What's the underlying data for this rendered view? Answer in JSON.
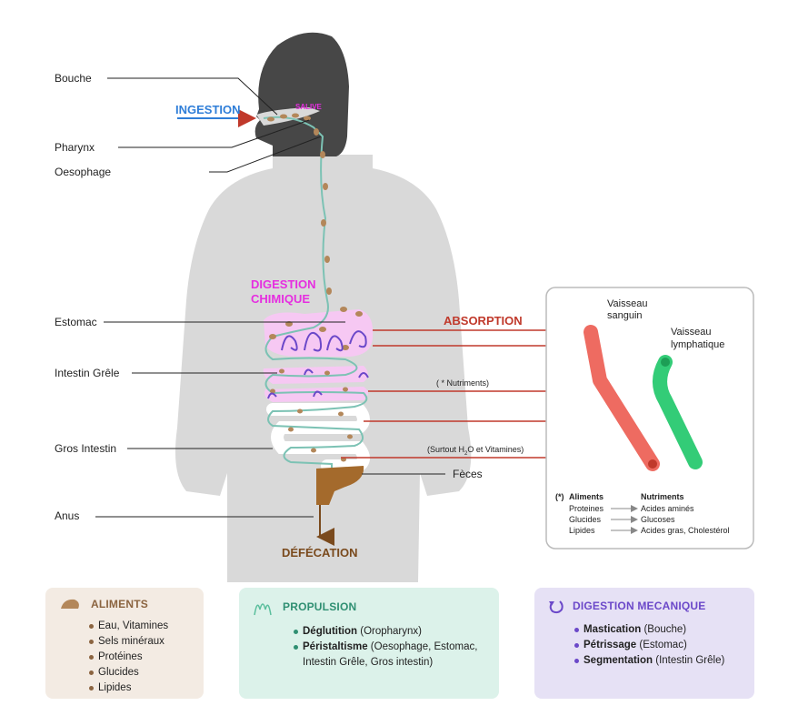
{
  "colors": {
    "silhouette": "#d9d9d9",
    "head": "#474747",
    "stomach_fill": "#f6c8f3",
    "tube": "#7cc2b4",
    "arrow_red": "#c0392b",
    "blood_vessel": "#ee6b61",
    "lymph_vessel": "#33cc77",
    "ingestion": "#2f7ed8",
    "digestion_chimique": "#e62ee0",
    "defecation": "#7a4a1d",
    "aliments_box": "#f3ebe3",
    "propulsion_box": "#dcf2ea",
    "mecanique_box": "#e6e1f5"
  },
  "labels": {
    "bouche": "Bouche",
    "pharynx": "Pharynx",
    "oesophage": "Oesophage",
    "estomac": "Estomac",
    "intestin_grele": "Intestin Grêle",
    "gros_intestin": "Gros Intestin",
    "anus": "Anus",
    "feces": "Fèces",
    "salive": "SALIVE",
    "ingestion": "INGESTION",
    "digestion_chimique_1": "DIGESTION",
    "digestion_chimique_2": "CHIMIQUE",
    "absorption": "ABSORPTION",
    "nutriments_note": "( * Nutriments)",
    "surtout_prefix": "(Surtout H",
    "surtout_sub": "2",
    "surtout_suffix": "O et Vitamines)",
    "defecation": "DÉFÉCATION"
  },
  "absorption_panel": {
    "vaisseau_sanguin_1": "Vaisseau",
    "vaisseau_sanguin_2": "sanguin",
    "vaisseau_lymph_1": "Vaisseau",
    "vaisseau_lymph_2": "lymphatique",
    "table_marker": "(*)",
    "col_aliments": "Aliments",
    "col_nutriments": "Nutriments",
    "rows": [
      {
        "aliment": "Proteines",
        "nutriment": "Acides aminés"
      },
      {
        "aliment": "Glucides",
        "nutriment": "Glucoses"
      },
      {
        "aliment": "Lipides",
        "nutriment": "Acides gras, Cholestérol"
      }
    ]
  },
  "legend": {
    "aliments": {
      "title": "ALIMENTS",
      "items": [
        "Eau, Vitamines",
        "Sels minéraux",
        "Protéines",
        "Glucides",
        "Lipides"
      ]
    },
    "propulsion": {
      "title": "PROPULSION",
      "items": [
        {
          "bold": "Déglutition",
          "rest": " (Oropharynx)"
        },
        {
          "bold": "Péristaltisme",
          "rest": " (Oesophage, Estomac, Intestin Grêle, Gros intestin)"
        }
      ]
    },
    "mecanique": {
      "title": "DIGESTION MECANIQUE",
      "items": [
        {
          "bold": "Mastication",
          "rest": " (Bouche)"
        },
        {
          "bold": "Pétrissage",
          "rest": " (Estomac)"
        },
        {
          "bold": "Segmentation",
          "rest": " (Intestin Grêle)"
        }
      ]
    }
  }
}
